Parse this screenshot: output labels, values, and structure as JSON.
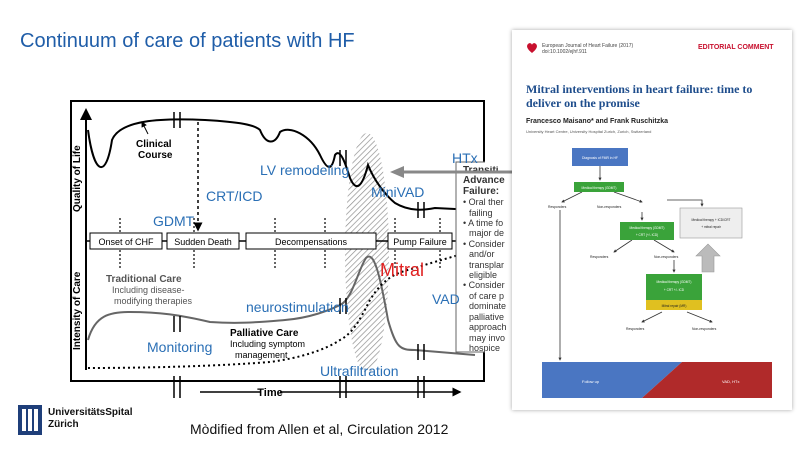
{
  "slide": {
    "title": "Continuum  of care of patients with HF",
    "caption": "Mòdified from Allen et al, Circulation 2012"
  },
  "overlay_labels": {
    "gdmt": "GDMT",
    "crt_icd": "CRT/ICD",
    "lv_remodeling": "LV  remodeling",
    "htx": "HTx",
    "minivad": "MiniVAD",
    "mitral": "Mitral",
    "vad": "VAD",
    "neurostimulation": "neurostimulation",
    "monitoring": "Monitoring",
    "ultrafiltration": "Ultrafiltration"
  },
  "figure": {
    "y_axis_top": "Quality of Life",
    "y_axis_bottom": "Intensity of Care",
    "x_axis": "Time",
    "clinical_course": [
      "Clinical",
      "Course"
    ],
    "timeline": [
      "Onset of CHF",
      "Sudden Death",
      "Decompensations",
      "Pump Failure"
    ],
    "traditional_care": [
      "Traditional Care",
      "Including disease-",
      "modifying therapies"
    ],
    "palliative_care": [
      "Palliative Care",
      "Including symptom",
      "management"
    ],
    "transition_box": [
      "Transiti",
      "Advance",
      "Failure:",
      "• Oral ther",
      "failing",
      "• A time fo",
      "major de",
      "• Consider",
      "and/or",
      "transplar",
      "eligible",
      "• Consider",
      "of care p",
      "dominate",
      "palliative",
      "approach",
      "may invo",
      "hospice"
    ]
  },
  "paper": {
    "journal_line1": "European Journal of Heart Failure (2017)",
    "journal_line2": "doi:10.1002/ejhf.911",
    "section": "EDITORIAL COMMENT",
    "title": "Mitral interventions in heart failure: time to deliver on the promise",
    "authors": "Francesco Maisano* and Frank Ruschitzka",
    "affiliation": "University Heart Centre, University Hospital Zurich, Zurich, Switzerland",
    "flow": {
      "diagnosis": "Diagnosis of FMR in HF",
      "medical": "Medical therapy (GDMT)",
      "responders": "Responders",
      "non_responders": "Non-responders",
      "box2": [
        "Medical therapy (GDMT)",
        "+ CRT (+/- ICD)"
      ],
      "side_box": [
        "Medical therapy + ICD/CRT",
        "+ mitral repair"
      ],
      "box3": [
        "Medical therapy (GDMT)",
        "+ CRT +/- ICD"
      ],
      "mitral_repair": "Mitral repair (MR)",
      "follow_up": "Follow up",
      "vad_htx": "VAD, HTx"
    }
  },
  "logo": {
    "line1": "UniversitätsSpital",
    "line2": "Zürich"
  },
  "colors": {
    "title_blue": "#1f5da8",
    "label_blue": "#2a6fb5",
    "mitral_red": "#e02020",
    "flow_blue": "#4a76c2",
    "flow_green": "#3aa33a",
    "flow_red": "#b02a2a",
    "mr_yellow": "#e0c020"
  }
}
